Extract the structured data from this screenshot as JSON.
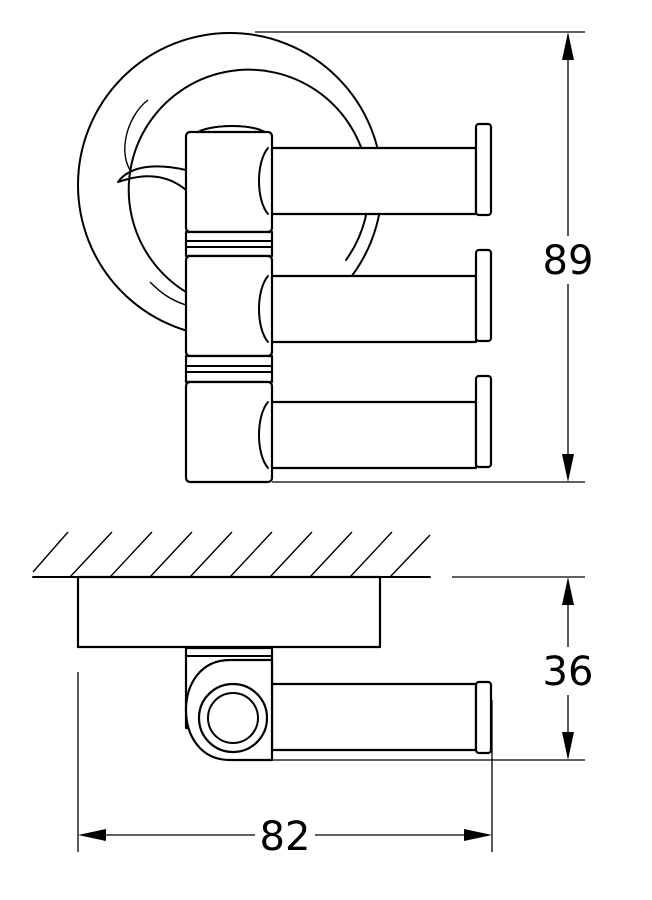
{
  "dimensions": {
    "height": "89",
    "depth": "36",
    "width": "82"
  }
}
